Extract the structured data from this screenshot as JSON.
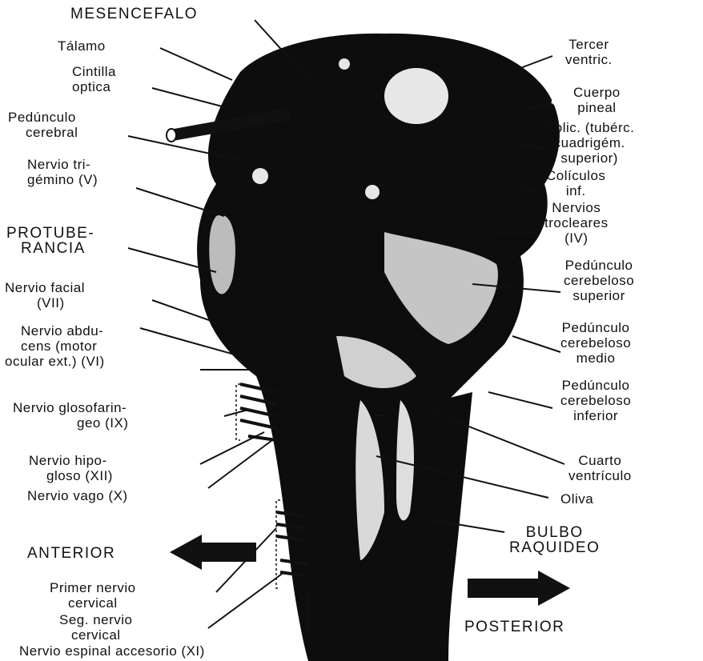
{
  "labels": {
    "mesencefalo": "MESENCEFALO",
    "talamo": "Tálamo",
    "cintilla": [
      "Cintilla",
      "optica"
    ],
    "pedunculo_cerebral": [
      "Pedúnculo",
      "cerebral"
    ],
    "trigemino": [
      "Nervio tri-",
      "gémino (V)"
    ],
    "protuberancia": [
      "PROTUBE-",
      "RANCIA"
    ],
    "facial": [
      "Nervio facial",
      "(VII)"
    ],
    "abducens": [
      "Nervio abdu-",
      "cens (motor",
      "ocular ext.) (VI)"
    ],
    "glosofaringeo": [
      "Nervio glosofarin-",
      "geo (IX)"
    ],
    "hipogloso": [
      "Nervio hipo-",
      "gloso (XII)"
    ],
    "vago": "Nervio vago (X)",
    "tercer_ventric": [
      "Tercer",
      "ventric."
    ],
    "cuerpo_pineal": [
      "Cuerpo",
      "pineal"
    ],
    "colic_sup": [
      "Colic. (tubérc.",
      "cuadrigém.",
      "superior)"
    ],
    "coliculos_inf": [
      "Colículos",
      "inf."
    ],
    "nervios_trocleares": [
      "Nervios",
      "trocleares",
      "(IV)"
    ],
    "ped_cerebeloso_sup": [
      "Pedúnculo",
      "cerebeloso",
      "superior"
    ],
    "ped_cerebeloso_medio": [
      "Pedúnculo",
      "cerebeloso",
      "medio"
    ],
    "ped_cerebeloso_inf": [
      "Pedúnculo",
      "cerebeloso",
      "inferior"
    ],
    "cuarto_ventriculo": [
      "Cuarto",
      "ventrículo"
    ],
    "oliva": "Oliva",
    "bulbo": [
      "BULBO",
      "RAQUIDEO"
    ],
    "anterior": "ANTERIOR",
    "posterior": "POSTERIOR",
    "primer_cervical": [
      "Primer nervio",
      "cervical"
    ],
    "seg_cervical": [
      "Seg. nervio",
      "cervical"
    ],
    "espinal_accesorio": "Nervio espinal accesorio (XI)"
  },
  "colors": {
    "ink": "#111111",
    "background": "#ffffff"
  }
}
